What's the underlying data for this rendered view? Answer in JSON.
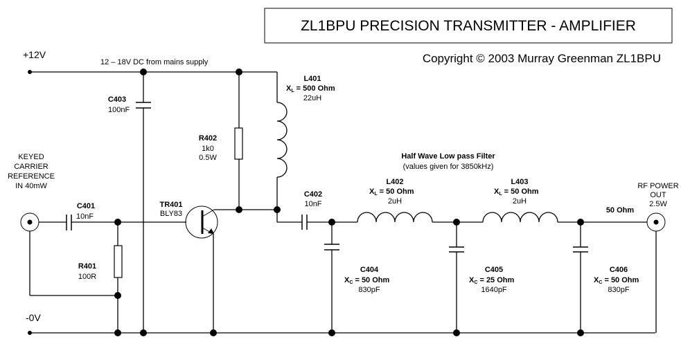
{
  "title": "ZL1BPU PRECISION TRANSMITTER - AMPLIFIER",
  "copyright": "Copyright © 2003 Murray Greenman ZL1BPU",
  "supply": {
    "pos_label": "+12V",
    "supply_note": "12 – 18V DC from mains supply",
    "gnd_label": "-0V"
  },
  "input": {
    "line1": "KEYED",
    "line2": "CARRIER",
    "line3": "REFERENCE",
    "line4": "IN 40mW"
  },
  "output": {
    "line1": "RF POWER",
    "line2": "OUT",
    "line3": "2.5W",
    "impedance": "50 Ohm"
  },
  "filter": {
    "title": "Half Wave Low pass Filter",
    "note": "(values given for 3850kHz)"
  },
  "components": {
    "C401": {
      "ref": "C401",
      "value": "10nF"
    },
    "C402": {
      "ref": "C402",
      "value": "10nF"
    },
    "C403": {
      "ref": "C403",
      "value": "100nF"
    },
    "R401": {
      "ref": "R401",
      "value": "100R"
    },
    "R402": {
      "ref": "R402",
      "value": "1k0",
      "rating": "0.5W"
    },
    "TR401": {
      "ref": "TR401",
      "value": "BLY83"
    },
    "L401": {
      "ref": "L401",
      "x_sym": "X",
      "x_sub": "L",
      "reactance": " = 500 Ohm",
      "value": "22uH"
    },
    "L402": {
      "ref": "L402",
      "x_sym": "X",
      "x_sub": "L",
      "reactance": " = 50 Ohm",
      "value": "2uH"
    },
    "L403": {
      "ref": "L403",
      "x_sym": "X",
      "x_sub": "L",
      "reactance": " = 50 Ohm",
      "value": "2uH"
    },
    "C404": {
      "ref": "C404",
      "x_sym": "X",
      "x_sub": "C",
      "reactance": " = 50 Ohm",
      "value": "830pF"
    },
    "C405": {
      "ref": "C405",
      "x_sym": "X",
      "x_sub": "C",
      "reactance": " = 25 Ohm",
      "value": "1640pF"
    },
    "C406": {
      "ref": "C406",
      "x_sym": "X",
      "x_sub": "C",
      "reactance": " = 50 Ohm",
      "value": "830pF"
    }
  }
}
